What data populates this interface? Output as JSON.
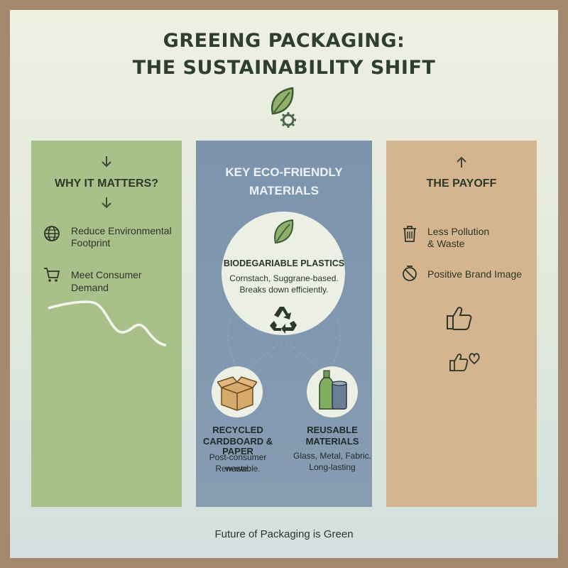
{
  "title_line1": "GREEING PACKAGING:",
  "title_line2": "THE SUSTAINABILITY SHIFT",
  "header_icon": "leaf-gear-icon",
  "left_panel": {
    "heading": "WHY IT MATTERS?",
    "items": [
      {
        "icon": "globe-icon",
        "line1": "Reduce Environmental",
        "line2": "Footprint"
      },
      {
        "icon": "cart-icon",
        "line1": "Meet Consumer Demand",
        "line2": ""
      }
    ],
    "color": "#a9c08a"
  },
  "middle_panel": {
    "heading_line1": "KEY ECO-FRIENDLY",
    "heading_line2": "MATERIALS",
    "main": {
      "title": "BIODEGARIABLE PLASTICS",
      "line1": "Cornstach, Suggrane-based.",
      "line2": "Breaks down efficiently."
    },
    "left_sub": {
      "title_line1": "RECYCLED",
      "title_line2": "CARDBOARD &",
      "title_line3": "PAPER",
      "text_line1": "Post-consumer waste.",
      "text_line2": "Renewable."
    },
    "right_sub": {
      "title_line1": "REUSABLE",
      "title_line2": "MATERIALS",
      "text_line1": "Glass, Metal, Fabric.",
      "text_line2": "Long-lasting"
    },
    "color": "#7c94ae"
  },
  "right_panel": {
    "heading": "THE PAYOFF",
    "items": [
      {
        "icon": "trash-icon",
        "line1": "Less Pollution",
        "line2": "& Waste"
      },
      {
        "icon": "no-sign-icon",
        "line1": "Positive Brand Image",
        "line2": ""
      }
    ],
    "color": "#d5b590"
  },
  "footer": "Future of Packaging is Green"
}
